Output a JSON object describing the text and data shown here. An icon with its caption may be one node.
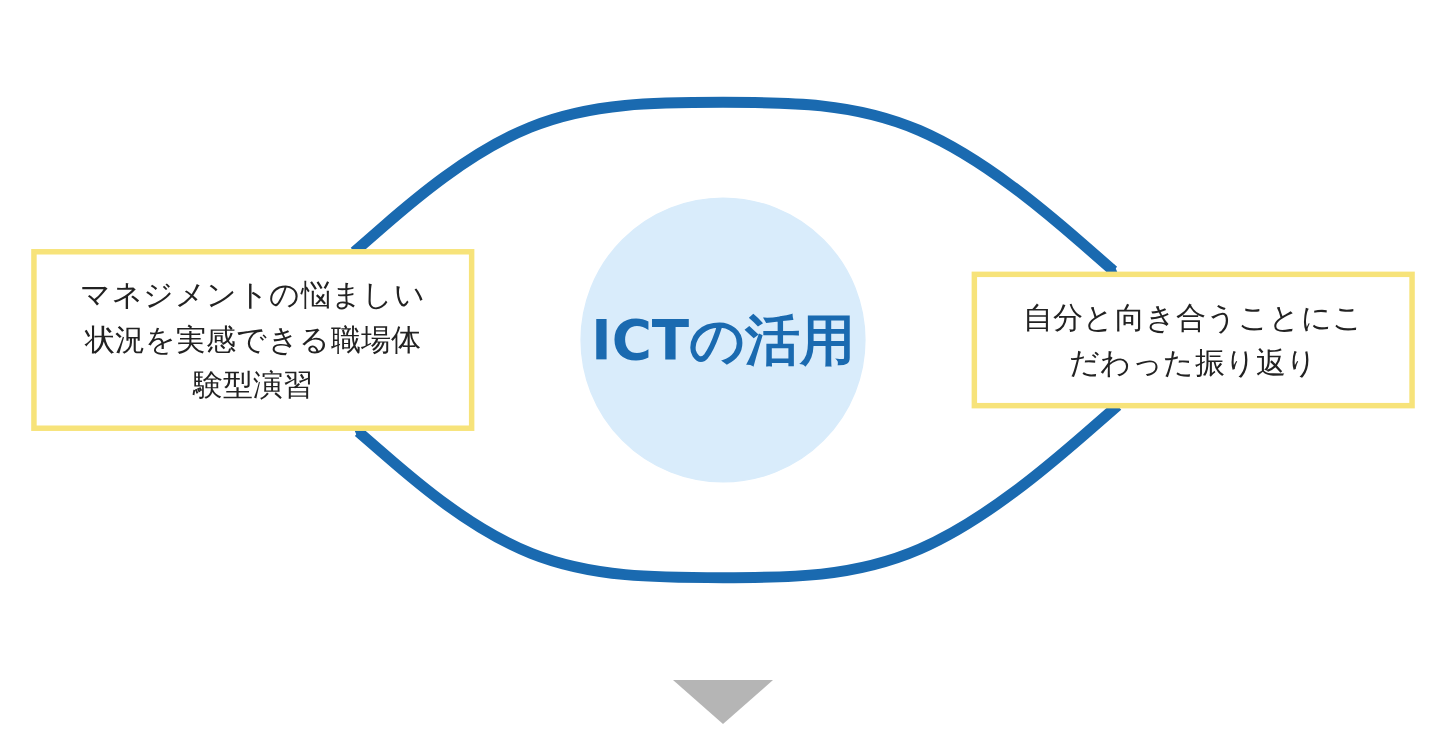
{
  "diagram": {
    "nodes": [
      {
        "text": [
          "マネジメントの悩ましい状況を実感できる職場体験型演習"
        ]
      },
      {
        "text": [
          "ICTの活用"
        ]
      },
      {
        "text": [
          "自分と向き合うことにこだわった振り返り"
        ]
      }
    ],
    "edges": [
      {
        "from": 0,
        "to": 2,
        "arrow": "to"
      },
      {
        "from": 2,
        "to": 0,
        "arrow": "to"
      }
    ]
  }
}
